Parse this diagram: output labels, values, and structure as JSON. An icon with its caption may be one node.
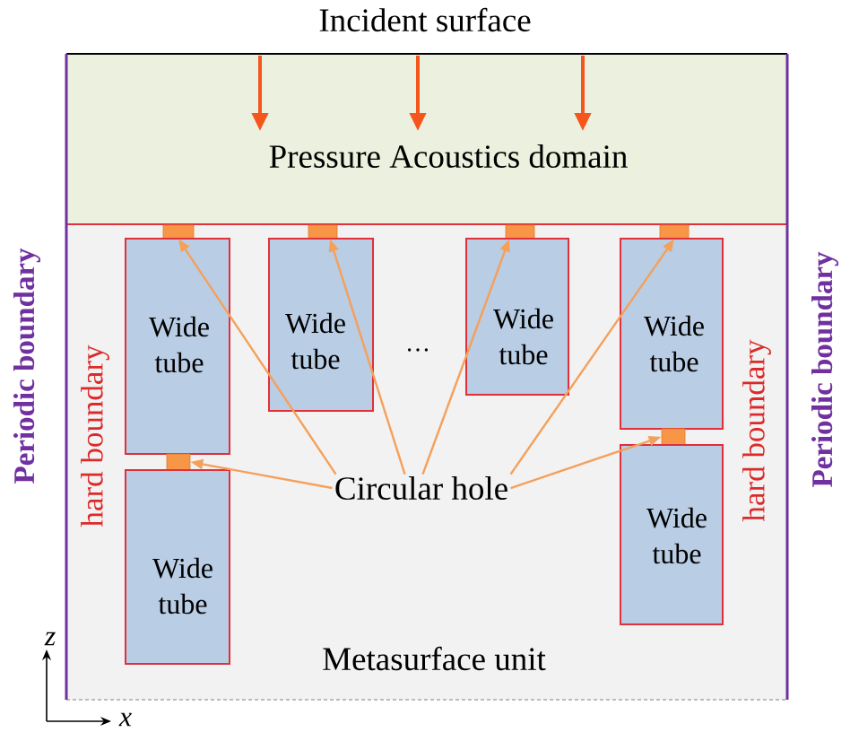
{
  "diagram": {
    "nodes": [
      {
        "text": [
          "Pressure Acoustics domain"
        ],
        "beside": [
          "Incident surface"
        ]
      },
      {
        "text": [
          "Metasurface unit"
        ]
      },
      {
        "text": [],
        "shape": "box",
        "in": 1
      },
      {
        "text": [],
        "shape": "box",
        "in": 1
      },
      {
        "text": [],
        "shape": "box",
        "in": 1
      },
      {
        "text": [],
        "shape": "box",
        "in": 1
      },
      {
        "text": [
          "Wide tube"
        ],
        "in": 1
      },
      {
        "text": [
          "Wide tube"
        ],
        "in": 1
      },
      {
        "text": [
          "Wide tube"
        ],
        "in": 1
      },
      {
        "text": [
          "Wide tube"
        ],
        "in": 1
      },
      {
        "text": [],
        "shape": "box",
        "in": 1
      },
      {
        "text": [],
        "shape": "box",
        "in": 1
      },
      {
        "text": [
          "Wide tube"
        ],
        "in": 1
      },
      {
        "text": [
          "Wide tube"
        ],
        "in": 1
      },
      {
        "text": [
          "Circular hole"
        ],
        "in": 1
      }
    ],
    "edges": [
      {
        "from": 14,
        "to": 2,
        "arrow": "to"
      },
      {
        "from": 14,
        "to": 3,
        "arrow": "to"
      },
      {
        "from": 14,
        "to": 10,
        "arrow": "to"
      },
      {
        "from": 14,
        "to": 4,
        "arrow": "to"
      },
      {
        "from": 14,
        "to": 5,
        "arrow": "to"
      },
      {
        "from": 14,
        "to": 11,
        "arrow": "to"
      }
    ],
    "labels": [
      "Periodic boundary",
      "hard boundary",
      "…",
      "hard boundary",
      "Periodic boundary",
      "z",
      "x"
    ]
  }
}
